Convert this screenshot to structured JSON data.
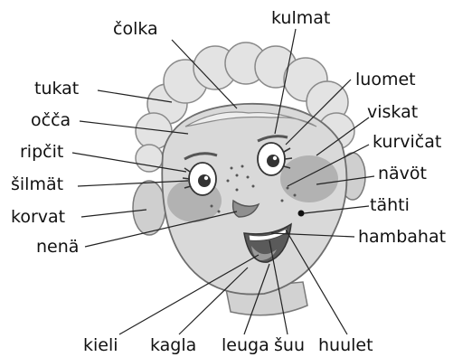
{
  "diagram": {
    "labels": {
      "colka": "čolka",
      "kulmat": "kulmat",
      "luomet": "luomet",
      "viskat": "viskat",
      "kurvicat": "kurvičat",
      "navot": "nävöt",
      "tahti": "tähti",
      "hambahat": "hambahat",
      "tukat": "tukat",
      "occa": "očča",
      "ripcit": "ripčit",
      "silmat": "šilmät",
      "korvat": "korvat",
      "nena": "nenä",
      "kieli": "kieli",
      "kagla": "kagla",
      "leuga": "leuga",
      "suu": "šuu",
      "huulet": "huulet"
    },
    "colors": {
      "hair": "#e3e3e3",
      "hair_outline": "#8a8a8a",
      "skin": "#d6d6d6",
      "cheek": "#9e9e9e",
      "mouth": "#5a5a5a"
    }
  }
}
